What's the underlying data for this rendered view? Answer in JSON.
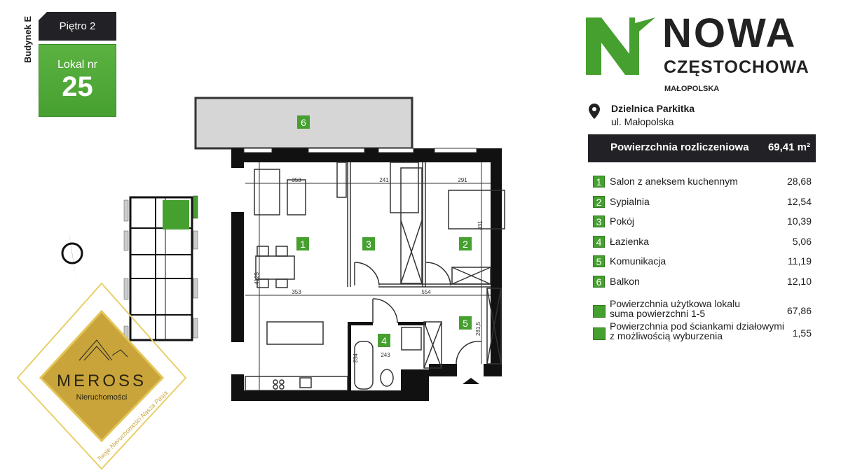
{
  "header": {
    "building": "Budynek E",
    "floor": "Piętro 2",
    "unit_label": "Lokal nr",
    "unit_number": "25"
  },
  "brand": {
    "name": "NOWA",
    "city": "CZĘSTOCHOWA",
    "region": "MAŁOPOLSKA"
  },
  "location": {
    "district": "Dzielnica Parkitka",
    "street": "ul. Małopolska"
  },
  "total_area": {
    "label": "Powierzchnia rozliczeniowa",
    "value": "69,41 m²"
  },
  "rooms": [
    {
      "num": "1",
      "name": "Salon z aneksem kuchennym",
      "area": "28,68"
    },
    {
      "num": "2",
      "name": "Sypialnia",
      "area": "12,54"
    },
    {
      "num": "3",
      "name": "Pokój",
      "area": "10,39"
    },
    {
      "num": "4",
      "name": "Łazienka",
      "area": "5,06"
    },
    {
      "num": "5",
      "name": "Komunikacja",
      "area": "11,19"
    },
    {
      "num": "6",
      "name": "Balkon",
      "area": "12,10"
    }
  ],
  "summary": [
    {
      "line1": "Powierzchnia użytkowa lokalu",
      "line2": "suma powierzchni 1-5",
      "area": "67,86"
    },
    {
      "line1": "Powierzchnia pod ściankami działowymi",
      "line2": "z możliwością wyburzenia",
      "area": "1,55"
    }
  ],
  "dimensions": {
    "d1": "353",
    "d2": "241",
    "d3": "291",
    "d4": "431",
    "d5": "353",
    "d6": "554",
    "d7": "243",
    "d8": "234",
    "d9": "281,5",
    "d10": "4125"
  },
  "watermark": {
    "name": "MEROSS",
    "sub": "Nieruchomości",
    "tagline": "Twoje Nieruchomości Nasza Pasja"
  },
  "colors": {
    "accent": "#46a030",
    "dark": "#222226",
    "gold": "#c9a43a"
  }
}
